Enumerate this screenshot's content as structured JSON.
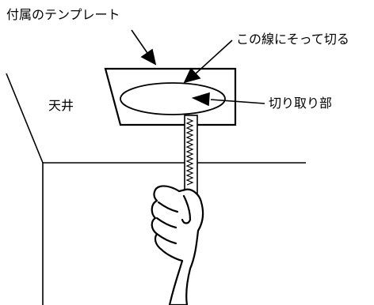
{
  "labels": {
    "template": "付属のテンプレート",
    "cut_line": "この線にそって切る",
    "cutout": "切り取り部",
    "ceiling": "天井"
  },
  "colors": {
    "line": "#000000",
    "background": "#ffffff"
  }
}
